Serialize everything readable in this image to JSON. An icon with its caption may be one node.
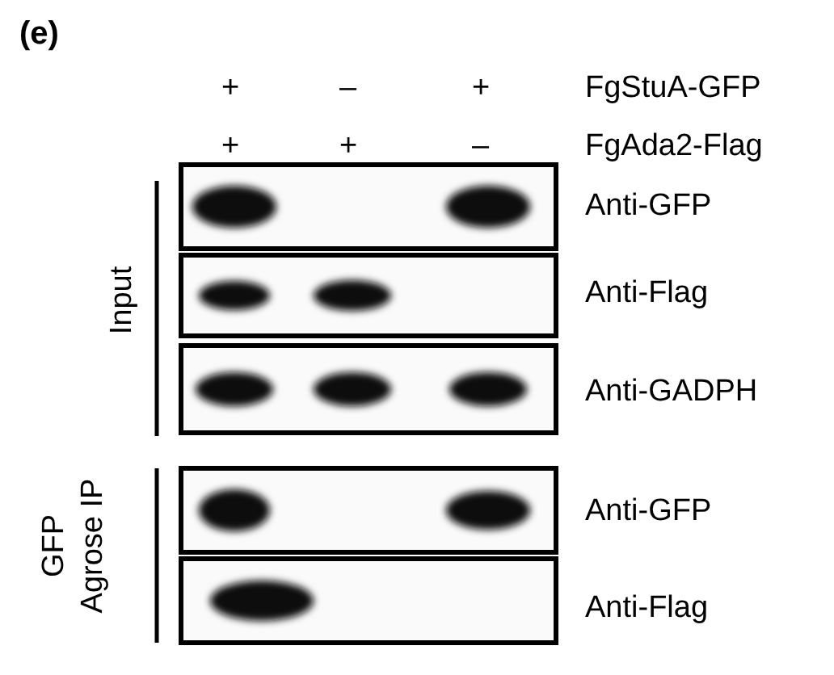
{
  "diagram": {
    "labels": [
      "(e)",
      "+",
      "–",
      "+",
      "FgStuA-GFP",
      "+",
      "+",
      "–",
      "FgAda2-Flag",
      "Input",
      "Anti-GFP",
      "Anti-Flag",
      "Anti-GADPH",
      "GFP Agrose IP",
      "Anti-GFP",
      "Anti-Flag"
    ]
  }
}
